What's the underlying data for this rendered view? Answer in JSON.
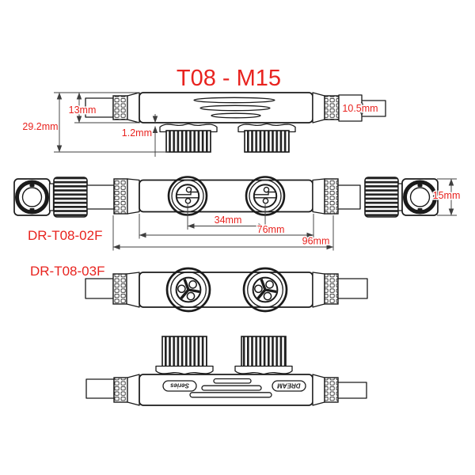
{
  "title": "T08 - M15",
  "colors": {
    "accent": "#e8231f",
    "line": "#1b1b1b",
    "dim_line": "#3f3f3f",
    "background": "#ffffff"
  },
  "models": {
    "two_pin": "DR-T08-02F",
    "three_pin": "DR-T08-03F"
  },
  "dimensions": {
    "body_height": "13mm",
    "overall_height": "29.2mm",
    "flange_lip": "1.2mm",
    "cable_end": "10.5mm",
    "port_spacing": "34mm",
    "body_length": "76mm",
    "overall_length": "96mm",
    "end_cap_size": "15mm"
  },
  "branding": {
    "brand": "DREAM",
    "series": "Series"
  }
}
